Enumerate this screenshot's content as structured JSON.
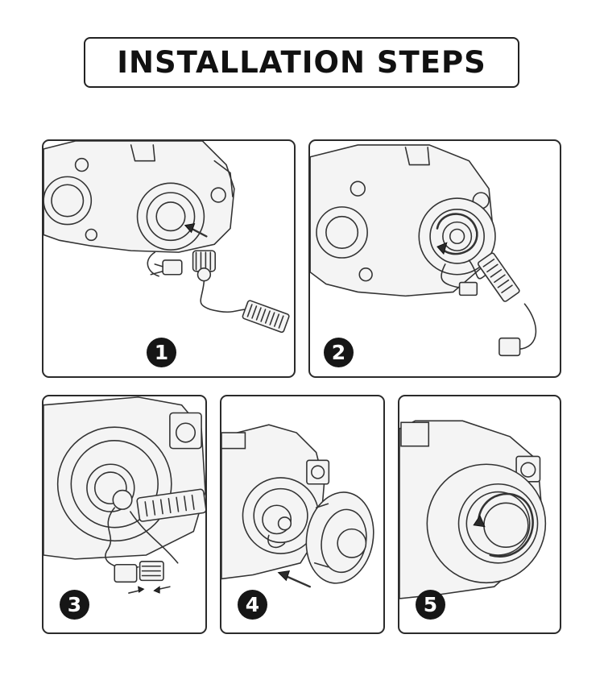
{
  "title": "INSTALLATION STEPS",
  "steps": [
    {
      "number": "1"
    },
    {
      "number": "2"
    },
    {
      "number": "3"
    },
    {
      "number": "4"
    },
    {
      "number": "5"
    }
  ]
}
